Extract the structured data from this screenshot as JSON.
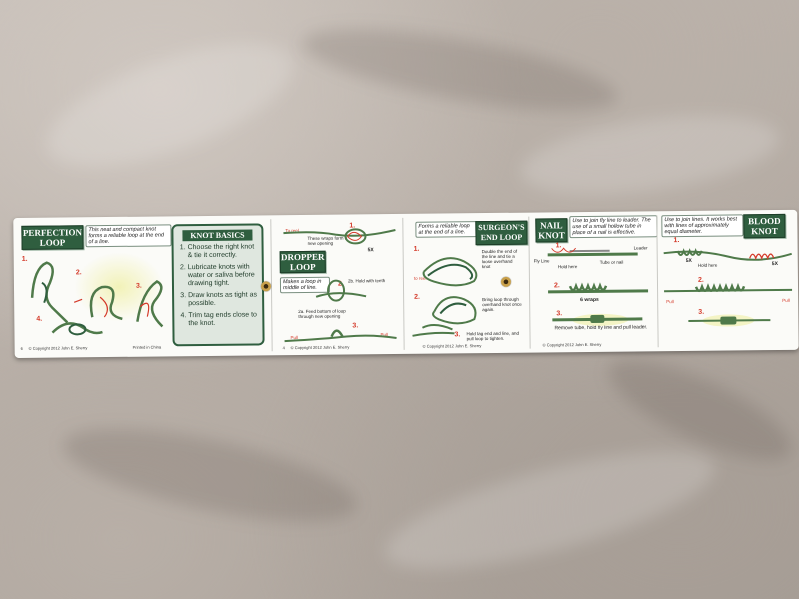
{
  "panels": {
    "perfection": {
      "title": "PERFECTION LOOP",
      "note": "This neat and compact knot forms a reliable loop at the end of a line.",
      "steps": [
        "1.",
        "2.",
        "3.",
        "4."
      ],
      "footer_left": "©  Copyright 2012  John E. Sherry",
      "footer_right": "Printed in China",
      "page": "6"
    },
    "basics": {
      "title": "KNOT BASICS",
      "items": [
        "Choose the right knot & tie it correctly.",
        "Lubricate knots with water or saliva before drawing tight.",
        "Draw knots as tight as possible.",
        "Trim tag ends close to the knot."
      ]
    },
    "dropper": {
      "title": "DROPPER LOOP",
      "note": "Makes a loop in middle of line.",
      "labels": {
        "to_reel": "To reel",
        "wraps": "These wraps form a new opening",
        "five_x": "5X",
        "hold_teeth": "2b. Hold with teeth",
        "feed": "2a. Feed bottom of loop through new opening",
        "pull_left": "Pull",
        "pull_right": "Pull"
      },
      "steps": [
        "1.",
        "2.",
        "3."
      ],
      "footer": "©  Copyright 2012  John E. Sherry",
      "page": "4"
    },
    "surgeons": {
      "title": "SURGEON'S END LOOP",
      "note": "Forms a reliable loop at the end of a line.",
      "labels": {
        "double": "Double the end of the line and tie a loose overhand knot",
        "to_reel": "to reel",
        "bring": "Bring loop through overhand knot once again.",
        "hold": "Hold tag end and line, and pull loop to tighten."
      },
      "steps": [
        "1.",
        "2.",
        "3."
      ],
      "footer": "©  Copyright 2012  John E. Sherry"
    },
    "nail": {
      "title": "NAIL KNOT",
      "note": "Use to join fly line to leader. The use of a small hollow tube in place of a nail is effective.",
      "labels": {
        "leader": "Leader",
        "fly_line": "Fly Line",
        "hold_here": "Hold here",
        "tube": "Tube or nail",
        "six_wraps": "6 wraps",
        "remove": "Remove tube, hold fly line and pull leader."
      },
      "steps": [
        "1.",
        "2.",
        "3."
      ],
      "footer": "©  Copyright 2012  John E. Sherry"
    },
    "blood": {
      "title": "BLOOD KNOT",
      "note": "Use to join lines. It works best with lines of approximately equal diameter.",
      "labels": {
        "five_x_left": "5X",
        "five_x_right": "5X",
        "hold_here": "Hold here",
        "pull_left": "Pull",
        "pull_right": "Pull"
      },
      "steps": [
        "1.",
        "2.",
        "3."
      ]
    }
  },
  "colors": {
    "title_green": "#2f5e3f",
    "step_red": "#d43a2a",
    "line_green": "#4f7a4a",
    "card": "#fbfbf8"
  }
}
